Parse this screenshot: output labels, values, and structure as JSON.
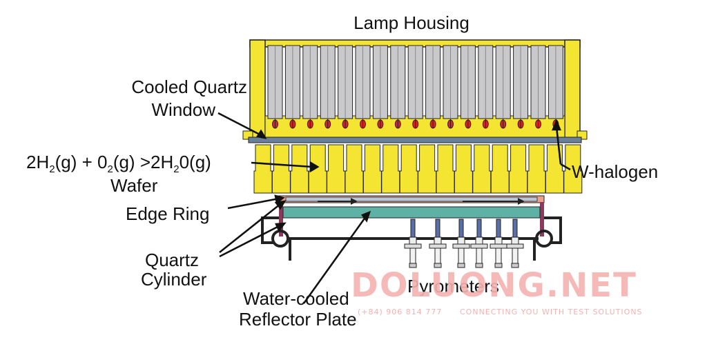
{
  "diagram": {
    "labels": {
      "lamp_housing": "Lamp Housing",
      "cooled_quartz_line1": "Cooled Quartz",
      "cooled_quartz_line2": "Window",
      "reaction": {
        "p1": "2H",
        "s1": "2",
        "p2": "(g) + 0",
        "s2": "2",
        "p3": "(g) >2H",
        "s3": "2",
        "p4": "0(g)"
      },
      "wafer": "Wafer",
      "edge_ring": "Edge Ring",
      "quartz_line1": "Quartz",
      "quartz_line2": "Cylinder",
      "reflector_line1": "Water-cooled",
      "reflector_line2": "Reflector Plate",
      "pyrometers": "Pyrometers",
      "w_halogen": "W-halogen"
    },
    "watermark": {
      "brand": "DOLUONG.NET",
      "phone": "(+84) 906 814 777",
      "tagline": "CONNECTING YOU WITH TEST SOLUTIONS"
    },
    "colors": {
      "housing_yellow": "#f3e532",
      "lamp_gray": "#c9c9cb",
      "filament_red": "#d3262a",
      "window_blue": "#6a7f9a",
      "reflector_teal": "#5fb0a5",
      "chamber_purple": "#8a3a5a"
    }
  }
}
